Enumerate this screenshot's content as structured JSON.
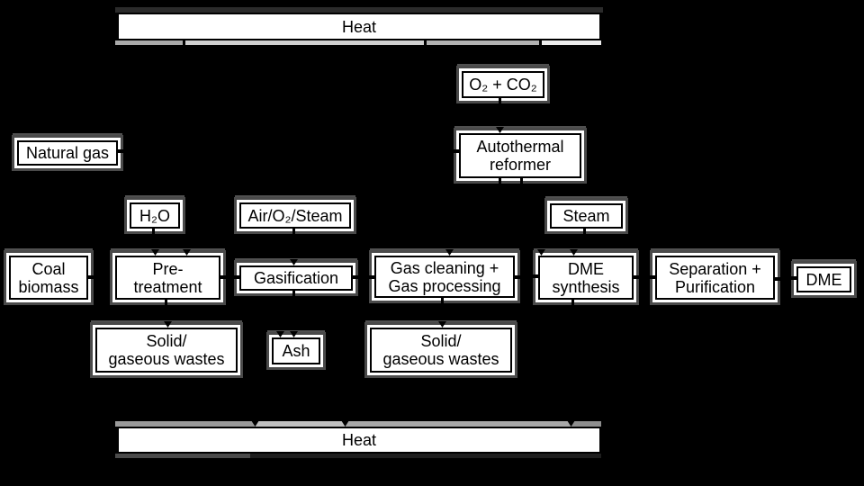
{
  "diagram": {
    "description": "Process flow diagram for DME production",
    "colors": {
      "background": "#000000",
      "box_fill": "#ffffff",
      "box_border": "#000000",
      "shadow_gray": "#4a4a4a",
      "heat_band_light_gray": "#c0c0c0"
    },
    "nodes": {
      "heat_top": {
        "label": "Heat"
      },
      "o2_co2": {
        "label": "O₂ + CO₂"
      },
      "natural_gas": {
        "label": "Natural gas"
      },
      "autothermal_reformer": {
        "line1": "Autothermal",
        "line2": "reformer"
      },
      "h2o": {
        "label": "H₂O"
      },
      "air_o2_steam": {
        "label": "Air/O₂/Steam"
      },
      "steam": {
        "label": "Steam"
      },
      "coal_biomass": {
        "line1": "Coal",
        "line2": "biomass"
      },
      "pre_treatment": {
        "line1": "Pre-",
        "line2": "treatment"
      },
      "gasification": {
        "label": "Gasification"
      },
      "gas_cleaning_processing": {
        "line1": "Gas cleaning +",
        "line2": "Gas processing"
      },
      "dme_synthesis": {
        "line1": "DME",
        "line2": "synthesis"
      },
      "separation_purification": {
        "line1": "Separation +",
        "line2": "Purification"
      },
      "dme_product": {
        "label": "DME"
      },
      "wastes_pretreatment": {
        "line1": "Solid/",
        "line2": "gaseous wastes"
      },
      "ash": {
        "label": "Ash"
      },
      "wastes_gascleaning": {
        "line1": "Solid/",
        "line2": "gaseous wastes"
      },
      "heat_bottom": {
        "label": "Heat"
      }
    }
  }
}
